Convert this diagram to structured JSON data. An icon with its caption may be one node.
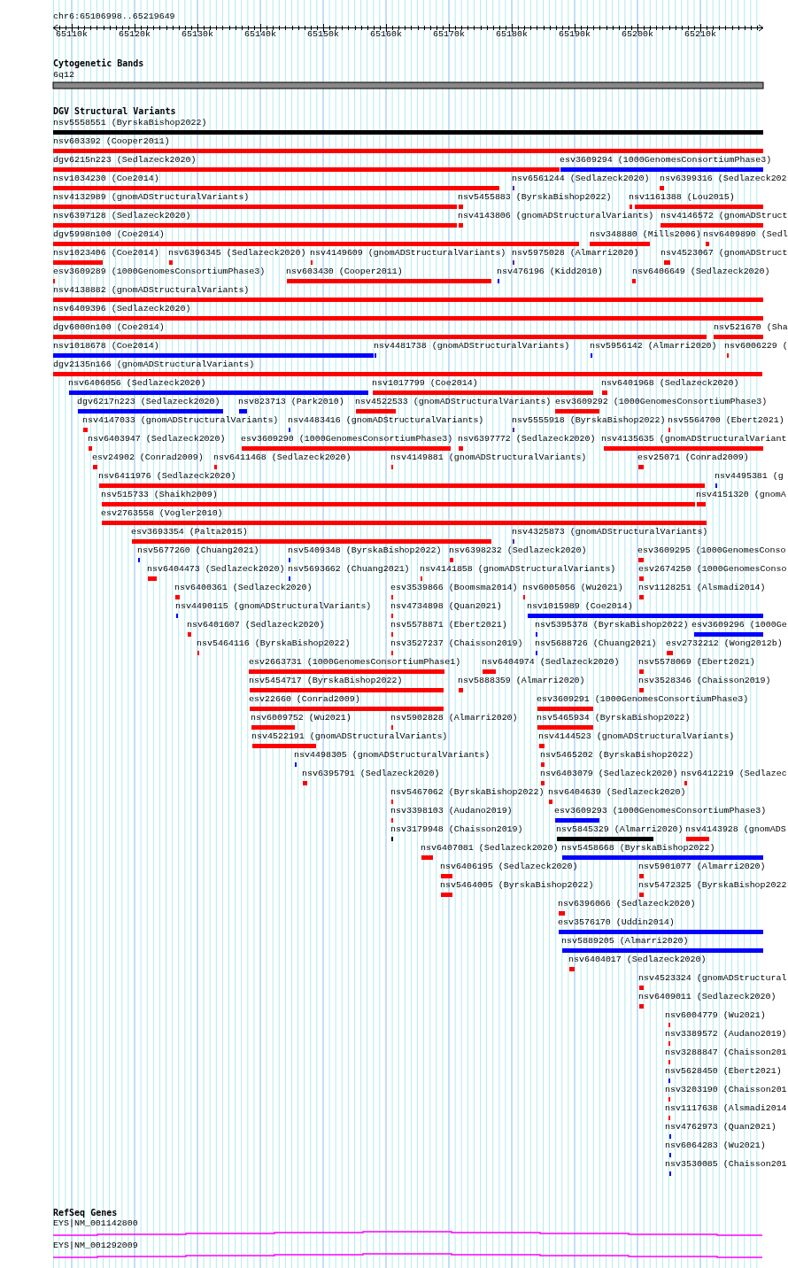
{
  "diagram": {
    "labels": [
      "chr6:65106998..65219649",
      "65110k",
      "65120k",
      "65130k",
      "65140k",
      "65150k",
      "65160k",
      "65170k",
      "65180k",
      "65190k",
      "65200k",
      "65210k",
      "Cytogenetic Bands",
      "6q12",
      "DGV Structural Variants",
      "nsv5558551 (ByrskaBishop2022)",
      "nsv603392 (Cooper2011)",
      "dgv6215n223 (Sedlazeck2020)",
      "esv3609294 (1000GenomesConsortiumPhase3)",
      "nsv1034230 (Coe2014)",
      "nsv6561244 (Sedlazeck2020)",
      "nsv6399316 (Sedlazeck202",
      "nsv4132989 (gnomADStructuralVariants)",
      "nsv5455883 (ByrskaBishop2022)",
      "nsv1161388 (Lou2015)",
      "nsv6397128 (Sedlazeck2020)",
      "nsv4143806 (gnomADStructuralVariants)",
      "nsv4146572 (gnomADStruct",
      "dgv5998n100 (Coe2014)",
      "nsv348880 (Mills2006)",
      "nsv6409890 (Sedl",
      "nsv1023406 (Coe2014)",
      "nsv6396345 (Sedlazeck2020)",
      "nsv4149609 (gnomADStructuralVariants)",
      "nsv5975028 (Almarri2020)",
      "nsv4523067 (gnomADStruct",
      "esv3609289 (1000GenomesConsortiumPhase3)",
      "nsv603430 (Cooper2011)",
      "nsv476196 (Kidd2010)",
      "nsv6406649 (Sedlazeck2020)",
      "nsv4138882 (gnomADStructuralVariants)",
      "nsv6409396 (Sedlazeck2020)",
      "dgv6000n100 (Coe2014)",
      "nsv521670 (Sha",
      "nsv1018678 (Coe2014)",
      "nsv4481738 (gnomADStructuralVariants)",
      "nsv5956142 (Almarri2020)",
      "nsv6006229 (",
      "dgv2135n166 (gnomADStructuralVariants)",
      "nsv6406056 (Sedlazeck2020)",
      "nsv1017799 (Coe2014)",
      "nsv6401968 (Sedlazeck2020)",
      "dgv6217n223 (Sedlazeck2020)",
      "nsv823713 (Park2010)",
      "nsv4522533 (gnomADStructuralVariants)",
      "esv3609292 (1000GenomesConsortiumPhase3)",
      "nsv4147033 (gnomADStructuralVariants)",
      "nsv4483416 (gnomADStructuralVariants)",
      "nsv5555918 (ByrskaBishop2022)",
      "nsv5564700 (Ebert2021)",
      "nsv6403947 (Sedlazeck2020)",
      "esv3609290 (1000GenomesConsortiumPhase3)",
      "nsv6397772 (Sedlazeck2020)",
      "nsv4135635 (gnomADStructuralVariant",
      "esv24902 (Conrad2009)",
      "nsv6411468 (Sedlazeck2020)",
      "nsv4149881 (gnomADStructuralVariants)",
      "esv25071 (Conrad2009)",
      "nsv6411976 (Sedlazeck2020)",
      "nsv4495381 (g",
      "nsv515733 (Shaikh2009)",
      "nsv4151320 (gnomA",
      "esv2763558 (Vogler2010)",
      "esv3693354 (Palta2015)",
      "nsv4325873 (gnomADStructuralVariants)",
      "nsv5677260 (Chuang2021)",
      "nsv5409348 (ByrskaBishop2022)",
      "nsv6398232 (Sedlazeck2020)",
      "esv3609295 (1000GenomesConso",
      "nsv6404473 (Sedlazeck2020)",
      "nsv5693662 (Chuang2021)",
      "nsv4141858 (gnomADStructuralVariants)",
      "esv2674250 (1000GenomesConso",
      "nsv6400361 (Sedlazeck2020)",
      "esv3539866 (Boomsma2014)",
      "nsv6005056 (Wu2021)",
      "nsv1128251 (Alsmadi2014)",
      "nsv4490115 (gnomADStructuralVariants)",
      "nsv4734898 (Quan2021)",
      "nsv1015989 (Coe2014)",
      "nsv6401607 (Sedlazeck2020)",
      "nsv5578871 (Ebert2021)",
      "nsv5395378 (ByrskaBishop2022)",
      "esv3609296 (1000Ge",
      "nsv5464116 (ByrskaBishop2022)",
      "nsv3527237 (Chaisson2019)",
      "nsv5688726 (Chuang2021)",
      "esv2732212 (Wong2012b)",
      "esv2663731 (1000GenomesConsortiumPhase1)",
      "nsv6404974 (Sedlazeck2020)",
      "nsv5578069 (Ebert2021)",
      "nsv5454717 (ByrskaBishop2022)",
      "nsv5888359 (Almarri2020)",
      "nsv3528346 (Chaisson2019)",
      "esv22660 (Conrad2009)",
      "esv3609291 (1000GenomesConsortiumPhase3)",
      "nsv6009752 (Wu2021)",
      "nsv5902828 (Almarri2020)",
      "nsv5465934 (ByrskaBishop2022)",
      "nsv4522191 (gnomADStructuralVariants)",
      "nsv4144523 (gnomADStructuralVariants)",
      "nsv4498305 (gnomADStructuralVariants)",
      "nsv5465202 (ByrskaBishop2022)",
      "nsv6395791 (Sedlazeck2020)",
      "nsv6403079 (Sedlazeck2020)",
      "nsv6412219 (Sedlazec",
      "nsv5467062 (ByrskaBishop2022)",
      "nsv6404639 (Sedlazeck2020)",
      "nsv3398103 (Audano2019)",
      "esv3609293 (1000GenomesConsortiumPhase3)",
      "nsv3179948 (Chaisson2019)",
      "nsv5845329 (Almarri2020)",
      "nsv4143928 (gnomADS",
      "nsv6407081 (Sedlazeck2020)",
      "nsv5458668 (ByrskaBishop2022)",
      "nsv6406195 (Sedlazeck2020)",
      "nsv5901077 (Almarri2020)",
      "nsv5464005 (ByrskaBishop2022)",
      "nsv5472325 (ByrskaBishop2022",
      "nsv6396066 (Sedlazeck2020)",
      "esv3576170 (Uddin2014)",
      "nsv5889205 (Almarri2020)",
      "nsv6404017 (Sedlazeck2020)",
      "nsv4523324 (gnomADStructural",
      "nsv6409011 (Sedlazeck2020)",
      "nsv6004779 (Wu2021)",
      "nsv3389572 (Audano2019)",
      "nsv3288847 (Chaisson201",
      "nsv5628450 (Ebert2021)",
      "nsv3203190 (Chaisson201",
      "nsv1117638 (Alsmadi2014",
      "nsv4762973 (Quan2021)",
      "nsv6064283 (Wu2021)",
      "nsv3530085 (Chaisson201",
      "RefSeq Genes",
      "EYS|NM_001142800",
      "EYS|NM_001292009"
    ]
  }
}
